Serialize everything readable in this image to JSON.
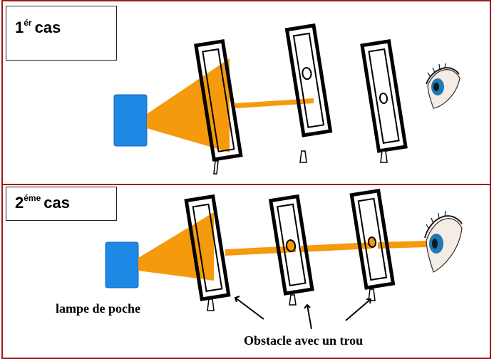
{
  "case1": {
    "number": "1",
    "suffix": "ér",
    "word": "cas"
  },
  "case2": {
    "number": "2",
    "suffix": "éme",
    "word": "cas"
  },
  "labels": {
    "lamp": "lampe de poche",
    "obstacle": "Obstacle avec un trou"
  },
  "colors": {
    "frame": "#a01818",
    "lamp": "#1e88e5",
    "light": "#f59a0c",
    "eye_iris": "#1f7ab0"
  },
  "icons": [
    "flashlight-icon",
    "eye-icon",
    "arrow-icon"
  ]
}
